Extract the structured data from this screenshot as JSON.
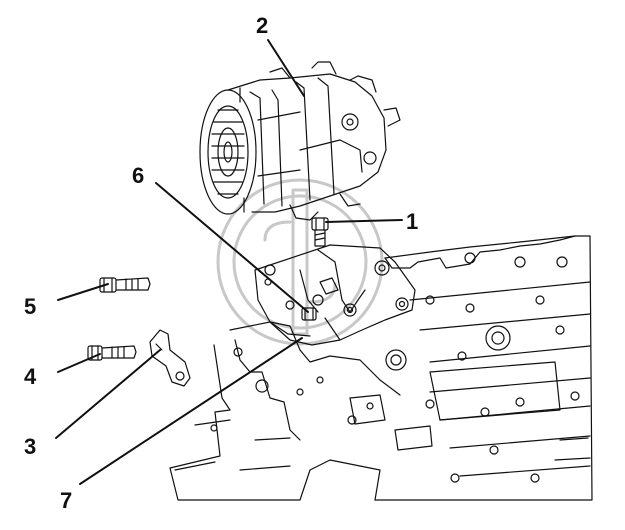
{
  "callouts": [
    {
      "id": "1",
      "label": "1"
    },
    {
      "id": "2",
      "label": "2"
    },
    {
      "id": "3",
      "label": "3"
    },
    {
      "id": "4",
      "label": "4"
    },
    {
      "id": "5",
      "label": "5"
    },
    {
      "id": "6",
      "label": "6"
    },
    {
      "id": "7",
      "label": "7"
    }
  ],
  "colors": {
    "ink": "#111111",
    "watermark": "#c8c8c8"
  }
}
